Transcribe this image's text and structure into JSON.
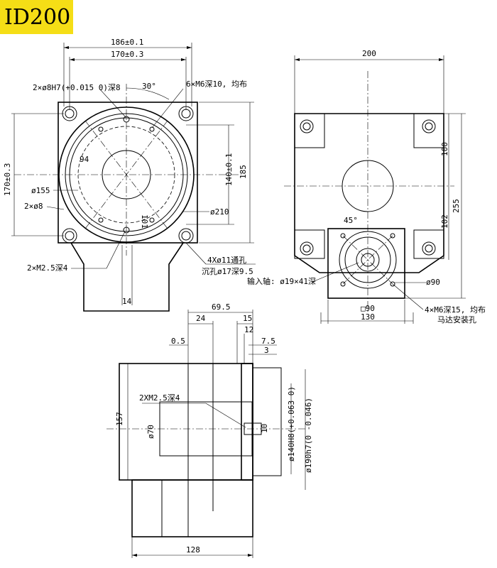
{
  "title": "ID200",
  "front_view": {
    "dim_186": "186±0.1",
    "dim_170": "170±0.3",
    "dim_30deg": "30°",
    "pin_holes": "2×ø8H7(+0.015 0)深8",
    "tapped_holes": "6×M6深10, 均布",
    "dim_94": "94",
    "dim_155": "ø155",
    "dim_8": "2×ø8",
    "dim_101": "101",
    "dim_210": "ø210",
    "dim_140": "140±0.1",
    "dim_185": "185",
    "dim_170_left": "170±0.3",
    "m25_holes": "2×M2.5深4",
    "through_holes": "4Xø11通孔",
    "counterbore": "沉孔ø17深9.5",
    "dim_14": "14"
  },
  "side_view": {
    "dim_200": "200",
    "dim_100": "100",
    "dim_255": "255",
    "dim_102": "102",
    "dim_45deg": "45°",
    "input_shaft": "输入轴: ø19×41深",
    "dim_90": "ø90",
    "motor_holes": "4×M6深15, 均布",
    "motor_holes_2": "马达安装孔",
    "square_90": "□90",
    "dim_130": "130"
  },
  "section_view": {
    "dim_69_5": "69.5",
    "dim_24": "24",
    "dim_15": "15",
    "dim_12": "12",
    "dim_7_5": "7.5",
    "dim_0_5": "0.5",
    "dim_3": "3",
    "m25": "2XM2.5深4",
    "dim_157": "157",
    "dim_70": "ø70",
    "dim_10": "10",
    "dim_140h8": "ø140H8(+0.063 0)",
    "dim_190h7": "ø190h7(0 -0.046)",
    "dim_128": "128"
  }
}
